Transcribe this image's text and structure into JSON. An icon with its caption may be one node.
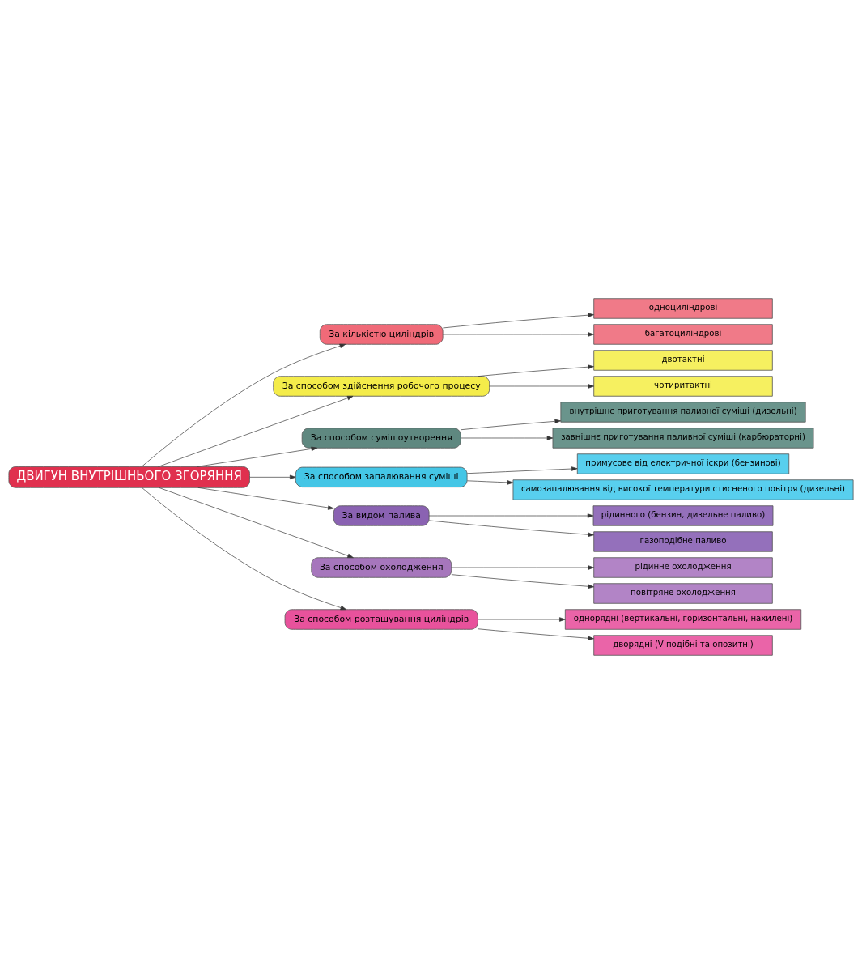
{
  "diagram": {
    "nodes": [
      {
        "text": [
          "ДВИГУН ВНУТРІШНЬОГО ЗГОРЯННЯ"
        ]
      },
      {
        "text": [
          "За кількістю циліндрів"
        ]
      },
      {
        "text": [
          "одноциліндрові"
        ]
      },
      {
        "text": [
          "багатоциліндрові"
        ]
      },
      {
        "text": [
          "За способом здійснення робочого процесу"
        ]
      },
      {
        "text": [
          "двотактні"
        ]
      },
      {
        "text": [
          "чотиритактні"
        ]
      },
      {
        "text": [
          "За способом сумішоутворення"
        ]
      },
      {
        "text": [
          "внутрішнє приготування паливної суміші (дизельні)"
        ]
      },
      {
        "text": [
          "завнішнє приготування паливної суміші (карбюраторні)"
        ]
      },
      {
        "text": [
          "За способом запалювання суміші"
        ]
      },
      {
        "text": [
          "примусове від електричної іскри (бензинові)"
        ]
      },
      {
        "text": [
          "самозапалювання від високої температури стисненого повітря (дизельні)"
        ]
      },
      {
        "text": [
          "За видом палива"
        ]
      },
      {
        "text": [
          "рідинного (бензин, дизельне паливо)"
        ]
      },
      {
        "text": [
          "газоподібне паливо"
        ]
      },
      {
        "text": [
          "За способом охолодження"
        ]
      },
      {
        "text": [
          "рідинне охолодження"
        ]
      },
      {
        "text": [
          "повітряне охолодження"
        ]
      },
      {
        "text": [
          "За способом розташування циліндрів"
        ]
      },
      {
        "text": [
          "однорядні (вертикальні, горизонтальні, нахилені)"
        ]
      },
      {
        "text": [
          "дворядні (V-подібні та опозитні)"
        ]
      }
    ],
    "edges": [
      {
        "from": 0,
        "to": 1,
        "arrow": "to"
      },
      {
        "from": 1,
        "to": 2,
        "arrow": "to"
      },
      {
        "from": 1,
        "to": 3,
        "arrow": "to"
      },
      {
        "from": 0,
        "to": 4,
        "arrow": "to"
      },
      {
        "from": 4,
        "to": 5,
        "arrow": "to"
      },
      {
        "from": 4,
        "to": 6,
        "arrow": "to"
      },
      {
        "from": 0,
        "to": 7,
        "arrow": "to"
      },
      {
        "from": 7,
        "to": 8,
        "arrow": "to"
      },
      {
        "from": 7,
        "to": 9,
        "arrow": "to"
      },
      {
        "from": 0,
        "to": 10,
        "arrow": "to"
      },
      {
        "from": 10,
        "to": 11,
        "arrow": "to"
      },
      {
        "from": 10,
        "to": 12,
        "arrow": "to"
      },
      {
        "from": 0,
        "to": 13,
        "arrow": "to"
      },
      {
        "from": 13,
        "to": 14,
        "arrow": "to"
      },
      {
        "from": 13,
        "to": 15,
        "arrow": "to"
      },
      {
        "from": 0,
        "to": 16,
        "arrow": "to"
      },
      {
        "from": 16,
        "to": 17,
        "arrow": "to"
      },
      {
        "from": 16,
        "to": 18,
        "arrow": "to"
      },
      {
        "from": 0,
        "to": 19,
        "arrow": "to"
      },
      {
        "from": 19,
        "to": 20,
        "arrow": "to"
      },
      {
        "from": 19,
        "to": 21,
        "arrow": "to"
      }
    ]
  }
}
